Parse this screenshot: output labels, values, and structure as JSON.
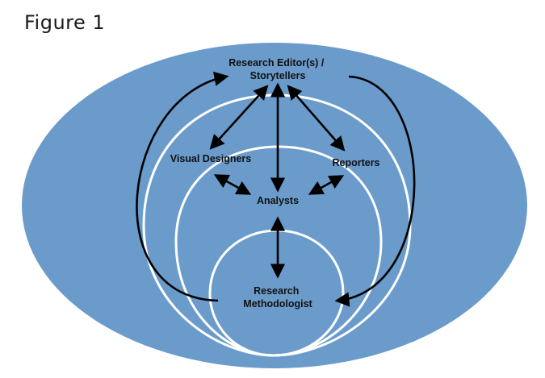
{
  "figure": {
    "title": "Figure 1",
    "colors": {
      "ellipse_fill": "#6a9bcb",
      "ring_stroke": "#ffffff",
      "arrow_stroke": "#000000",
      "text": "#111111"
    }
  },
  "nodes": {
    "research_editor": {
      "line1": "Research Editor(s) /",
      "line2": "Storytellers"
    },
    "visual_designers": {
      "label": "Visual Designers"
    },
    "reporters": {
      "label": "Reporters"
    },
    "analysts": {
      "label": "Analysts"
    },
    "research_methodologist": {
      "line1": "Research",
      "line2": "Methodologist"
    }
  }
}
